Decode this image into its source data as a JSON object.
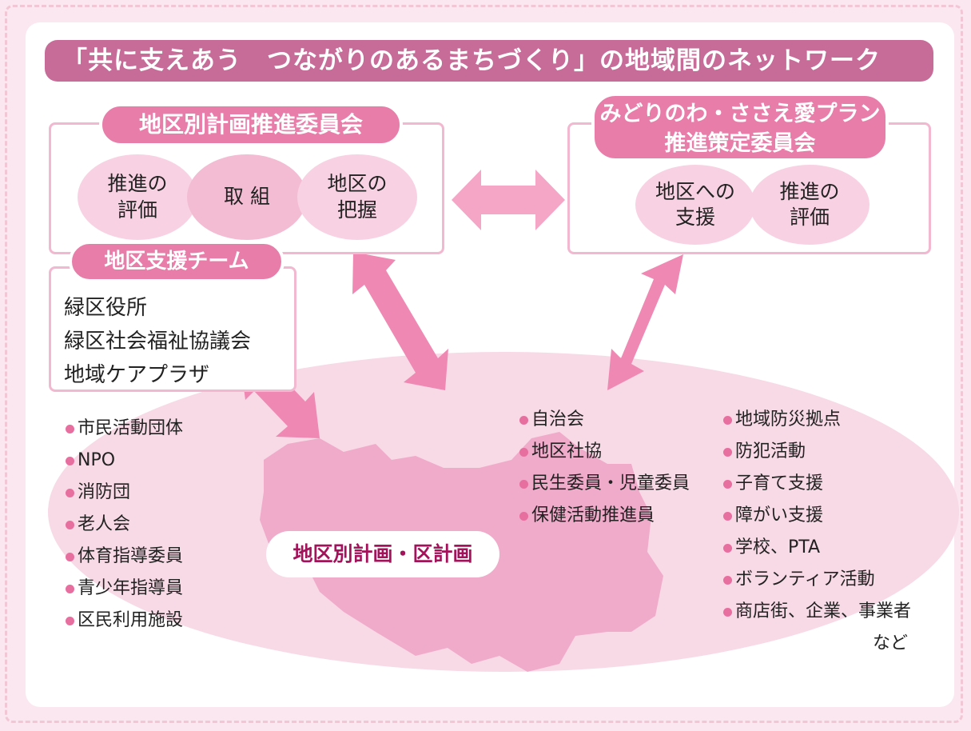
{
  "title": "「共に支えあう　つながりのあるまちづくり」の地域間のネットワーク",
  "district_committee": {
    "label": "地区別計画推進委員会",
    "circles": [
      "推進の\n評価",
      "取 組",
      "地区の\n把握"
    ]
  },
  "plan_committee": {
    "label_line1": "みどりのわ・ささえ愛プラン",
    "label_line2": "推進策定委員会",
    "circles": [
      "地区への\n支援",
      "推進の\n評価"
    ]
  },
  "support_team": {
    "label": "地区支援チーム",
    "members": [
      "緑区役所",
      "緑区社会福祉協議会",
      "地域ケアプラザ"
    ]
  },
  "center_label": "地区別計画・区計画",
  "left_list": [
    "市民活動団体",
    "NPO",
    "消防団",
    "老人会",
    "体育指導委員",
    "青少年指導員",
    "区民利用施設"
  ],
  "middle_list": [
    "自治会",
    "地区社協",
    "民生委員・児童委員",
    "保健活動推進員"
  ],
  "right_list": [
    "地域防災拠点",
    "防犯活動",
    "子育て支援",
    "障がい支援",
    "学校、PTA",
    "ボランティア活動",
    "商店街、企業、事業者"
  ],
  "right_list_suffix": "など",
  "colors": {
    "title_bg": "#c76b98",
    "pill": "#e87daa",
    "arrow": "#ef88b3",
    "ellipse": "#f8d9e6",
    "map": "#f0aaca",
    "center_text": "#a3125a"
  }
}
